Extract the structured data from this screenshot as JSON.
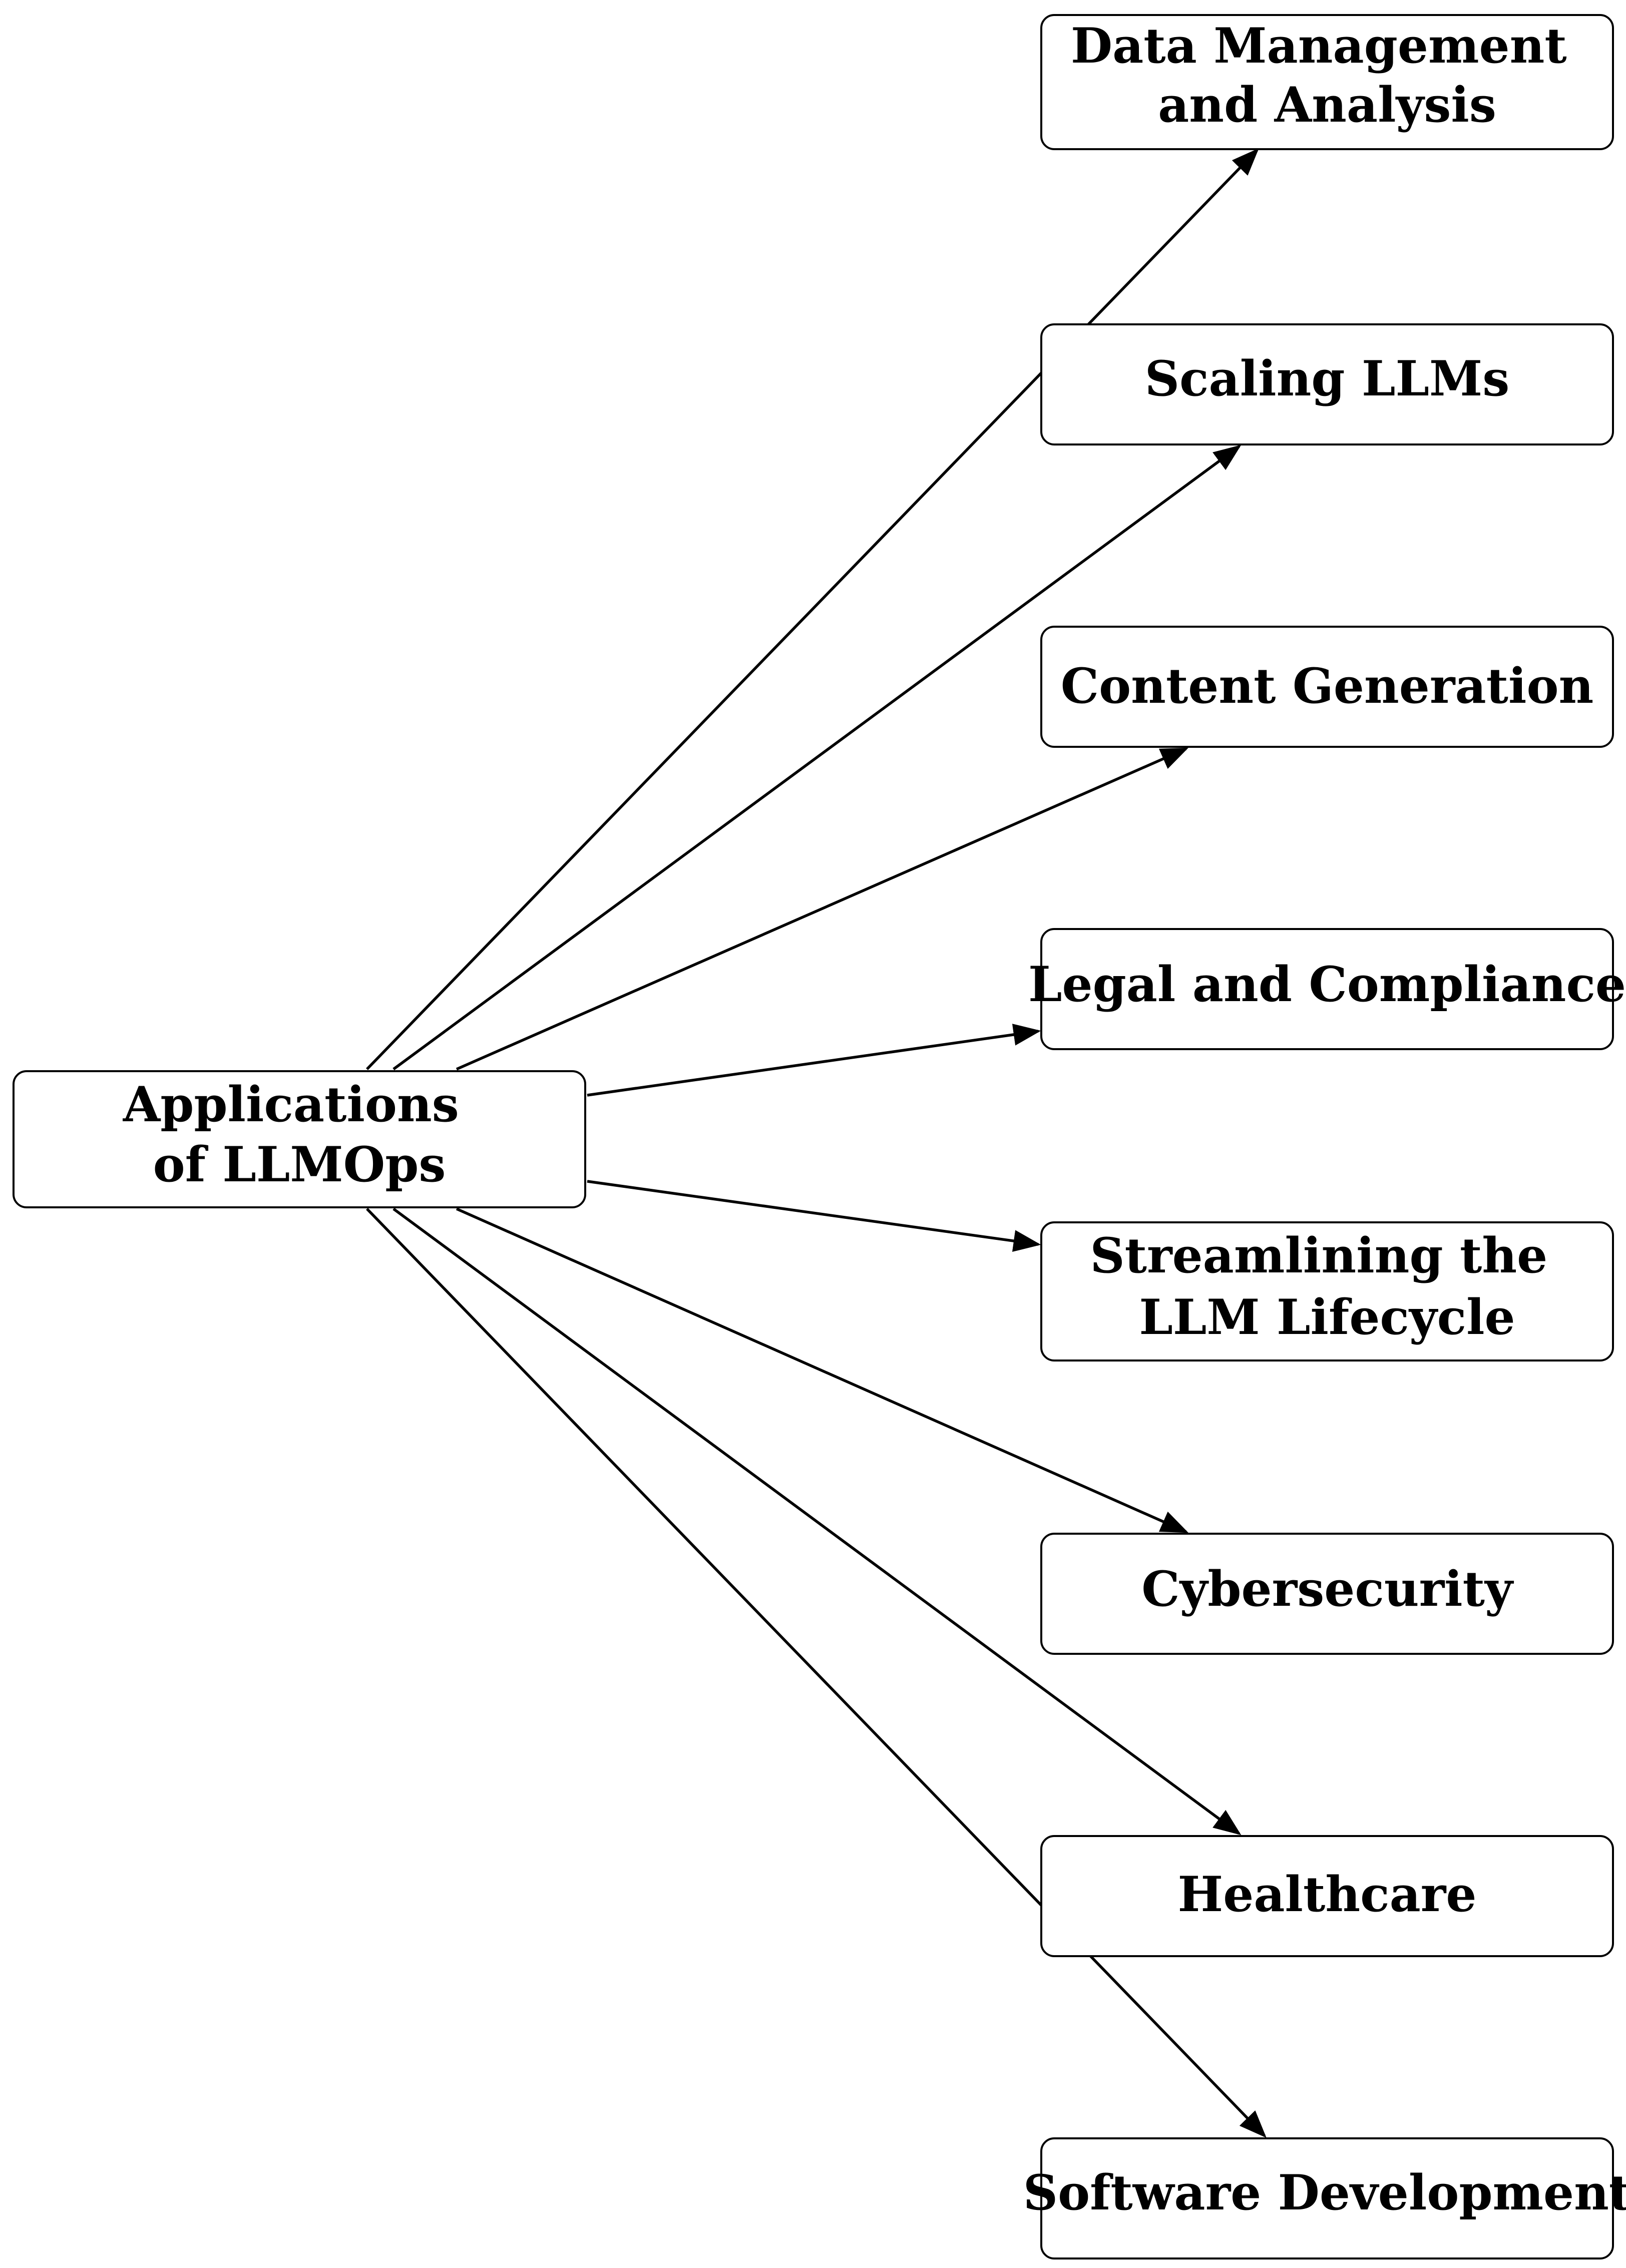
{
  "diagram": {
    "root": {
      "lines": [
        "Applications",
        "of LLMOps"
      ]
    },
    "children": [
      {
        "id": "data-management",
        "lines": [
          "Data Management",
          "and Analysis"
        ]
      },
      {
        "id": "scaling-llms",
        "lines": [
          "Scaling LLMs"
        ]
      },
      {
        "id": "content-generation",
        "lines": [
          "Content Generation"
        ]
      },
      {
        "id": "legal-compliance",
        "lines": [
          "Legal and Compliance"
        ]
      },
      {
        "id": "streamlining-lifecycle",
        "lines": [
          "Streamlining the",
          "LLM Lifecycle"
        ]
      },
      {
        "id": "cybersecurity",
        "lines": [
          "Cybersecurity"
        ]
      },
      {
        "id": "healthcare",
        "lines": [
          "Healthcare"
        ]
      },
      {
        "id": "software-development",
        "lines": [
          "Software Development"
        ]
      }
    ],
    "colors": {
      "stroke": "#000000",
      "fill": "#ffffff",
      "text": "#000000"
    }
  }
}
